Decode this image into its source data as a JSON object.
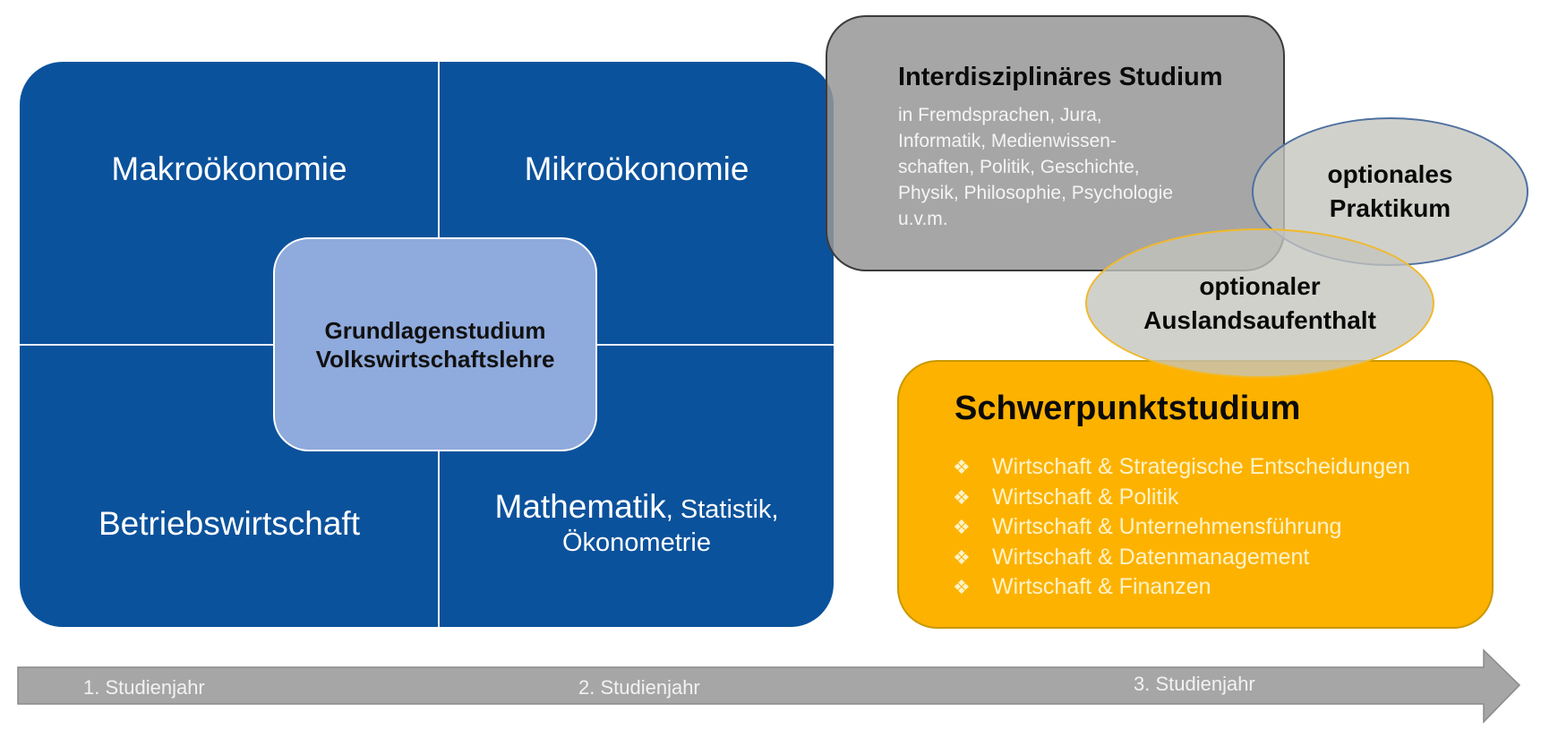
{
  "colors": {
    "foundation_blue": "#0b529c",
    "core_light_blue": "#8faadc",
    "interdisciplinary_gray": "#969696",
    "ellipse_fill": "#c4c4be",
    "praktikum_border": "#4f71a0",
    "ausland_border": "#f0b92a",
    "focus_orange": "#fdb200",
    "timeline_gray": "#a6a6a6"
  },
  "foundation": {
    "quadrants": {
      "top_left": "Makroökonomie",
      "top_right": "Mikroökonomie",
      "bottom_left": "Betriebswirtschaft",
      "bottom_right_main": "Mathematik",
      "bottom_right_rest": ", Statistik,",
      "bottom_right_line2": "Ökonometrie"
    },
    "core": {
      "line1": "Grundlagenstudium",
      "line2": "Volkswirtschaftslehre"
    }
  },
  "interdisciplinary": {
    "title": "Interdisziplinäres Studium",
    "text": "in Fremdsprachen, Jura,\nInformatik, Medienwissen-\nschaften, Politik, Geschichte,\nPhysik, Philosophie, Psychologie\nu.v.m."
  },
  "options": {
    "praktikum": {
      "line1": "optionales",
      "line2": "Praktikum"
    },
    "ausland": {
      "line1": "optionaler",
      "line2": "Auslandsaufenthalt"
    }
  },
  "focus": {
    "title": "Schwerpunktstudium",
    "bullet_icon": "❖",
    "items": [
      "Wirtschaft & Strategische Entscheidungen",
      "Wirtschaft & Politik",
      "Wirtschaft & Unternehmensführung",
      "Wirtschaft & Datenmanagement",
      "Wirtschaft & Finanzen"
    ]
  },
  "timeline": {
    "years": [
      "1. Studienjahr",
      "2. Studienjahr",
      "3. Studienjahr"
    ]
  }
}
